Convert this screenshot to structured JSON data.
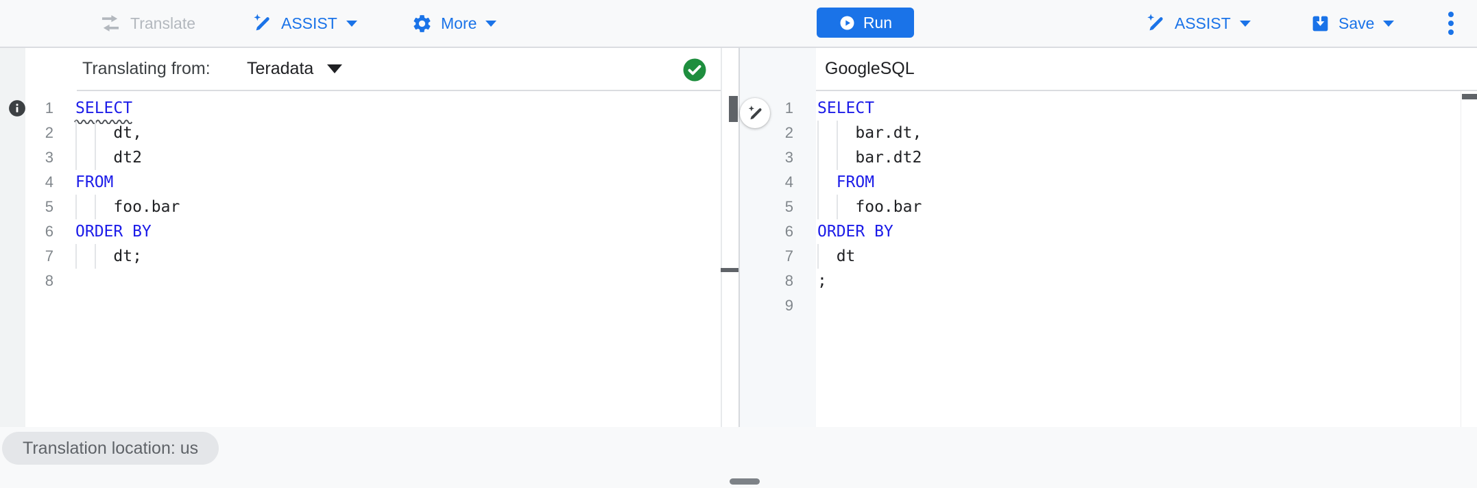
{
  "toolbar": {
    "translate_label": "Translate",
    "assist_label": "ASSIST",
    "more_label": "More",
    "run_label": "Run",
    "assist_right_label": "ASSIST",
    "save_label": "Save",
    "icons": [
      "swap-arrows-icon",
      "magic-pen-icon",
      "gear-icon",
      "play-circle-icon",
      "save-box-icon",
      "kebab-menu-icon"
    ]
  },
  "left_panel": {
    "header_prefix": "Translating from:",
    "dialect": "Teradata",
    "status_icon": "success-check",
    "gutter_icon": "info-icon",
    "code": {
      "lines": [
        {
          "tokens": [
            {
              "type": "keyword",
              "text": "SELECT",
              "underline": "squiggle"
            }
          ]
        },
        {
          "tokens": [
            {
              "type": "plain",
              "text": "    dt,"
            }
          ]
        },
        {
          "tokens": [
            {
              "type": "plain",
              "text": "    dt2"
            }
          ]
        },
        {
          "tokens": [
            {
              "type": "keyword",
              "text": "FROM"
            }
          ]
        },
        {
          "tokens": [
            {
              "type": "plain",
              "text": "    foo.bar"
            }
          ]
        },
        {
          "tokens": [
            {
              "type": "keyword",
              "text": "ORDER BY"
            }
          ]
        },
        {
          "tokens": [
            {
              "type": "plain",
              "text": "    dt;"
            }
          ]
        },
        {
          "tokens": []
        }
      ]
    }
  },
  "right_panel": {
    "header_title": "GoogleSQL",
    "floating_icon": "magic-pen-icon",
    "code": {
      "lines": [
        {
          "tokens": [
            {
              "type": "keyword",
              "text": "SELECT"
            }
          ]
        },
        {
          "tokens": [
            {
              "type": "plain",
              "text": "    bar.dt,"
            }
          ]
        },
        {
          "tokens": [
            {
              "type": "plain",
              "text": "    bar.dt2"
            }
          ]
        },
        {
          "tokens": [
            {
              "type": "plain",
              "text": "  "
            },
            {
              "type": "keyword",
              "text": "FROM"
            }
          ]
        },
        {
          "tokens": [
            {
              "type": "plain",
              "text": "    foo.bar"
            }
          ]
        },
        {
          "tokens": [
            {
              "type": "keyword",
              "text": "ORDER BY"
            }
          ]
        },
        {
          "tokens": [
            {
              "type": "plain",
              "text": "  dt"
            }
          ]
        },
        {
          "tokens": [
            {
              "type": "plain",
              "text": ";"
            }
          ]
        },
        {
          "tokens": []
        }
      ]
    }
  },
  "footer": {
    "location_chip": "Translation location: us"
  },
  "colors": {
    "accent": "#1a73e8",
    "keyword_blue": "#1c1ce8",
    "success_green": "#1e8e3e",
    "disabled_gray": "#b3b8be"
  }
}
